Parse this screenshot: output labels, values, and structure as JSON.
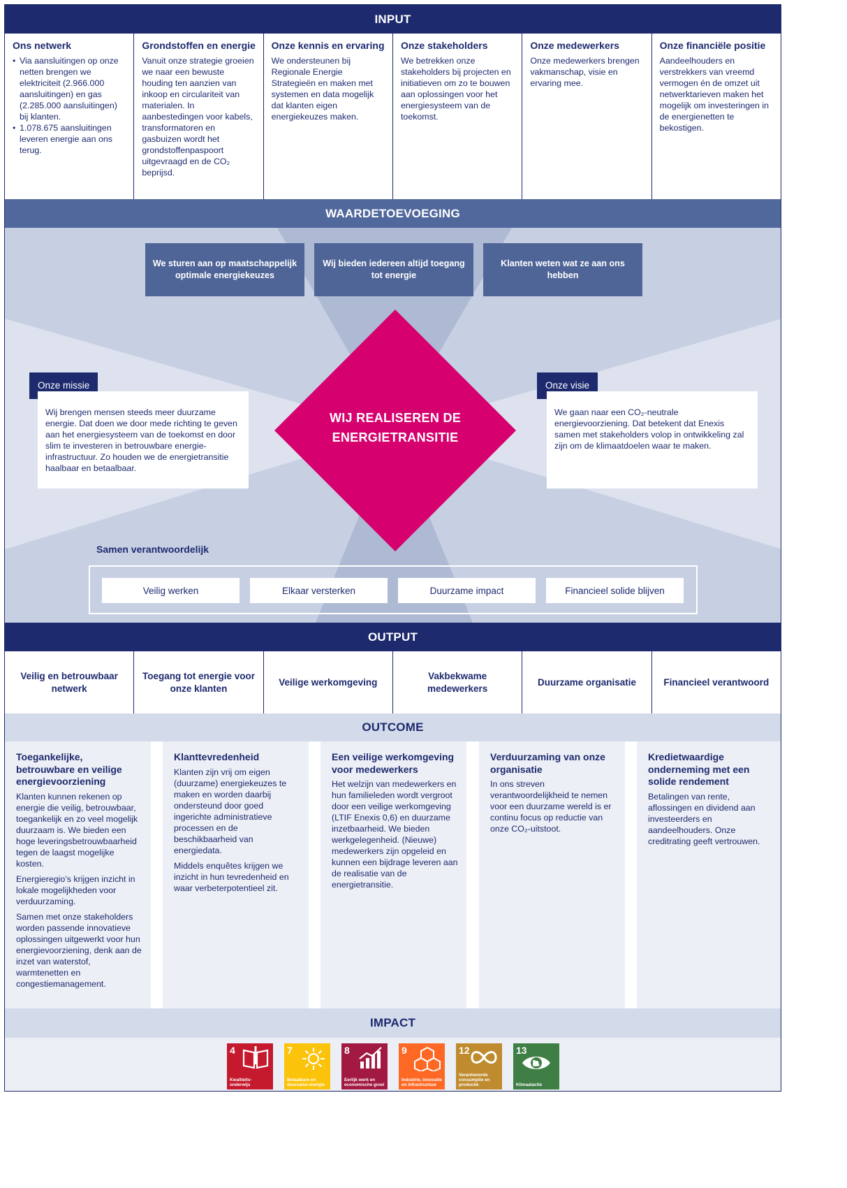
{
  "input": {
    "title": "INPUT",
    "columns": [
      {
        "title": "Ons netwerk",
        "bullets": [
          "Via aansluitingen op onze netten brengen we elektriciteit (2.966.000 aansluitingen) en gas (2.285.000 aansluitingen) bij klanten.",
          "1.078.675 aansluitingen leveren energie aan ons terug."
        ]
      },
      {
        "title": "Grondstoffen en energie",
        "text": "Vanuit onze strategie groeien we naar een bewuste houding ten aanzien van inkoop en circulariteit van materialen. In aanbestedingen voor kabels, transformatoren en gasbuizen wordt het grondstoffenpaspoort uitgevraagd en de CO₂ beprijsd."
      },
      {
        "title": "Onze kennis en ervaring",
        "text": "We ondersteunen bij Regionale Energie Strategieën en maken met systemen en data mogelijk dat klanten eigen energiekeuzes maken."
      },
      {
        "title": "Onze stakeholders",
        "text": "We betrekken onze stakeholders bij projecten en initiatieven om zo te bouwen aan oplossingen voor het energiesysteem van de toekomst."
      },
      {
        "title": "Onze medewerkers",
        "text": "Onze medewerkers brengen vakmanschap, visie en ervaring mee."
      },
      {
        "title": "Onze financiële positie",
        "text": "Aandeelhouders en verstrekkers van vreemd vermogen én de omzet uit netwerktarieven maken het mogelijk om investeringen in de energienetten te bekostigen."
      }
    ]
  },
  "waardetoevoeging": {
    "title": "WAARDETOEVOEGING",
    "pillars": [
      "We sturen aan op maatschappelijk optimale energiekeuzes",
      "Wij bieden iedereen altijd toegang tot energie",
      "Klanten weten wat ze aan ons hebben"
    ],
    "center": "WIJ REALISEREN DE ENERGIETRANSITIE",
    "missie_label": "Onze missie",
    "missie_text": "Wij brengen mensen steeds meer duurzame energie. Dat doen we door mede richting te geven aan het energiesysteem van de toekomst en door slim te investeren in betrouwbare energie-infrastructuur. Zo houden we de energietransitie haalbaar en betaalbaar.",
    "visie_label": "Onze visie",
    "visie_text": "We gaan naar een CO₂-neutrale energievoorziening. Dat betekent dat Enexis samen met stakeholders volop in ontwikkeling zal zijn om de klimaatdoelen waar te maken.",
    "samen_title": "Samen verantwoordelijk",
    "samen_items": [
      "Veilig werken",
      "Elkaar versterken",
      "Duurzame impact",
      "Financieel solide blijven"
    ]
  },
  "output": {
    "title": "OUTPUT",
    "items": [
      "Veilig en betrouwbaar netwerk",
      "Toegang tot energie voor onze klanten",
      "Veilige werkomgeving",
      "Vakbekwame medewerkers",
      "Duurzame organisatie",
      "Financieel verantwoord"
    ]
  },
  "outcome": {
    "title": "OUTCOME",
    "columns": [
      {
        "title": "Toegankelijke, betrouwbare en veilige energievoorziening",
        "paragraphs": [
          "Klanten kunnen rekenen op energie die veilig, betrouwbaar, toegankelijk en zo veel mogelijk duurzaam is. We bieden een hoge leveringsbetrouwbaarheid tegen de laagst mogelijke kosten.",
          "Energieregio’s krijgen inzicht in lokale mogelijkheden voor verduurzaming.",
          "Samen met onze stakeholders worden passende innovatieve oplossingen uitgewerkt voor hun energievoorziening, denk aan de inzet van waterstof, warmtenetten en congestiemanagement."
        ]
      },
      {
        "title": "Klanttevredenheid",
        "paragraphs": [
          "Klanten zijn vrij om eigen (duurzame) energiekeuzes te maken en worden daarbij ondersteund door goed ingerichte administratieve processen en de beschikbaarheid van energiedata.",
          "Middels enquêtes krijgen we inzicht in hun tevredenheid en waar verbeterpotentieel zit."
        ]
      },
      {
        "title": "Een veilige werkomgeving voor medewerkers",
        "paragraphs": [
          "Het welzijn van medewerkers en hun familieleden wordt vergroot door een veilige werkomgeving (LTIF Enexis 0,6) en duurzame inzetbaarheid. We bieden werkgelegenheid. (Nieuwe) medewerkers zijn opgeleid en kunnen een bijdrage leveren aan de realisatie van de energietransitie."
        ]
      },
      {
        "title": "Verduurzaming van onze organisatie",
        "paragraphs": [
          "In ons streven verantwoordelijkheid te nemen voor een duurzame wereld is er continu focus op reductie van onze CO₂-uitstoot."
        ]
      },
      {
        "title": "Kredietwaardige onderneming met een solide rendement",
        "paragraphs": [
          "Betalingen van rente, aflossingen en dividend aan investeerders en aandeelhouders. Onze creditrating geeft vertrouwen."
        ]
      }
    ]
  },
  "impact": {
    "title": "IMPACT",
    "sdgs": [
      {
        "num": "4",
        "label": "Kwaliteits-onderwijs",
        "color": "#c5192d",
        "icon": "book-pencil-icon"
      },
      {
        "num": "7",
        "label": "Betaalbare en duurzame energie",
        "color": "#fcc30b",
        "icon": "sun-icon"
      },
      {
        "num": "8",
        "label": "Eerlijk werk en economische groei",
        "color": "#a21942",
        "icon": "growth-chart-icon"
      },
      {
        "num": "9",
        "label": "Industrie, innovatie en infrastructuur",
        "color": "#fd6925",
        "icon": "cubes-icon"
      },
      {
        "num": "12",
        "label": "Verantwoorde consumptie en productie",
        "color": "#bf8b2e",
        "icon": "infinity-icon"
      },
      {
        "num": "13",
        "label": "Klimaatactie",
        "color": "#3f7e44",
        "icon": "eye-globe-icon"
      }
    ]
  },
  "colors": {
    "navy": "#1d2a6e",
    "mid_blue": "#51689c",
    "light_blue": "#c7d0e3",
    "magenta": "#d6006e"
  }
}
